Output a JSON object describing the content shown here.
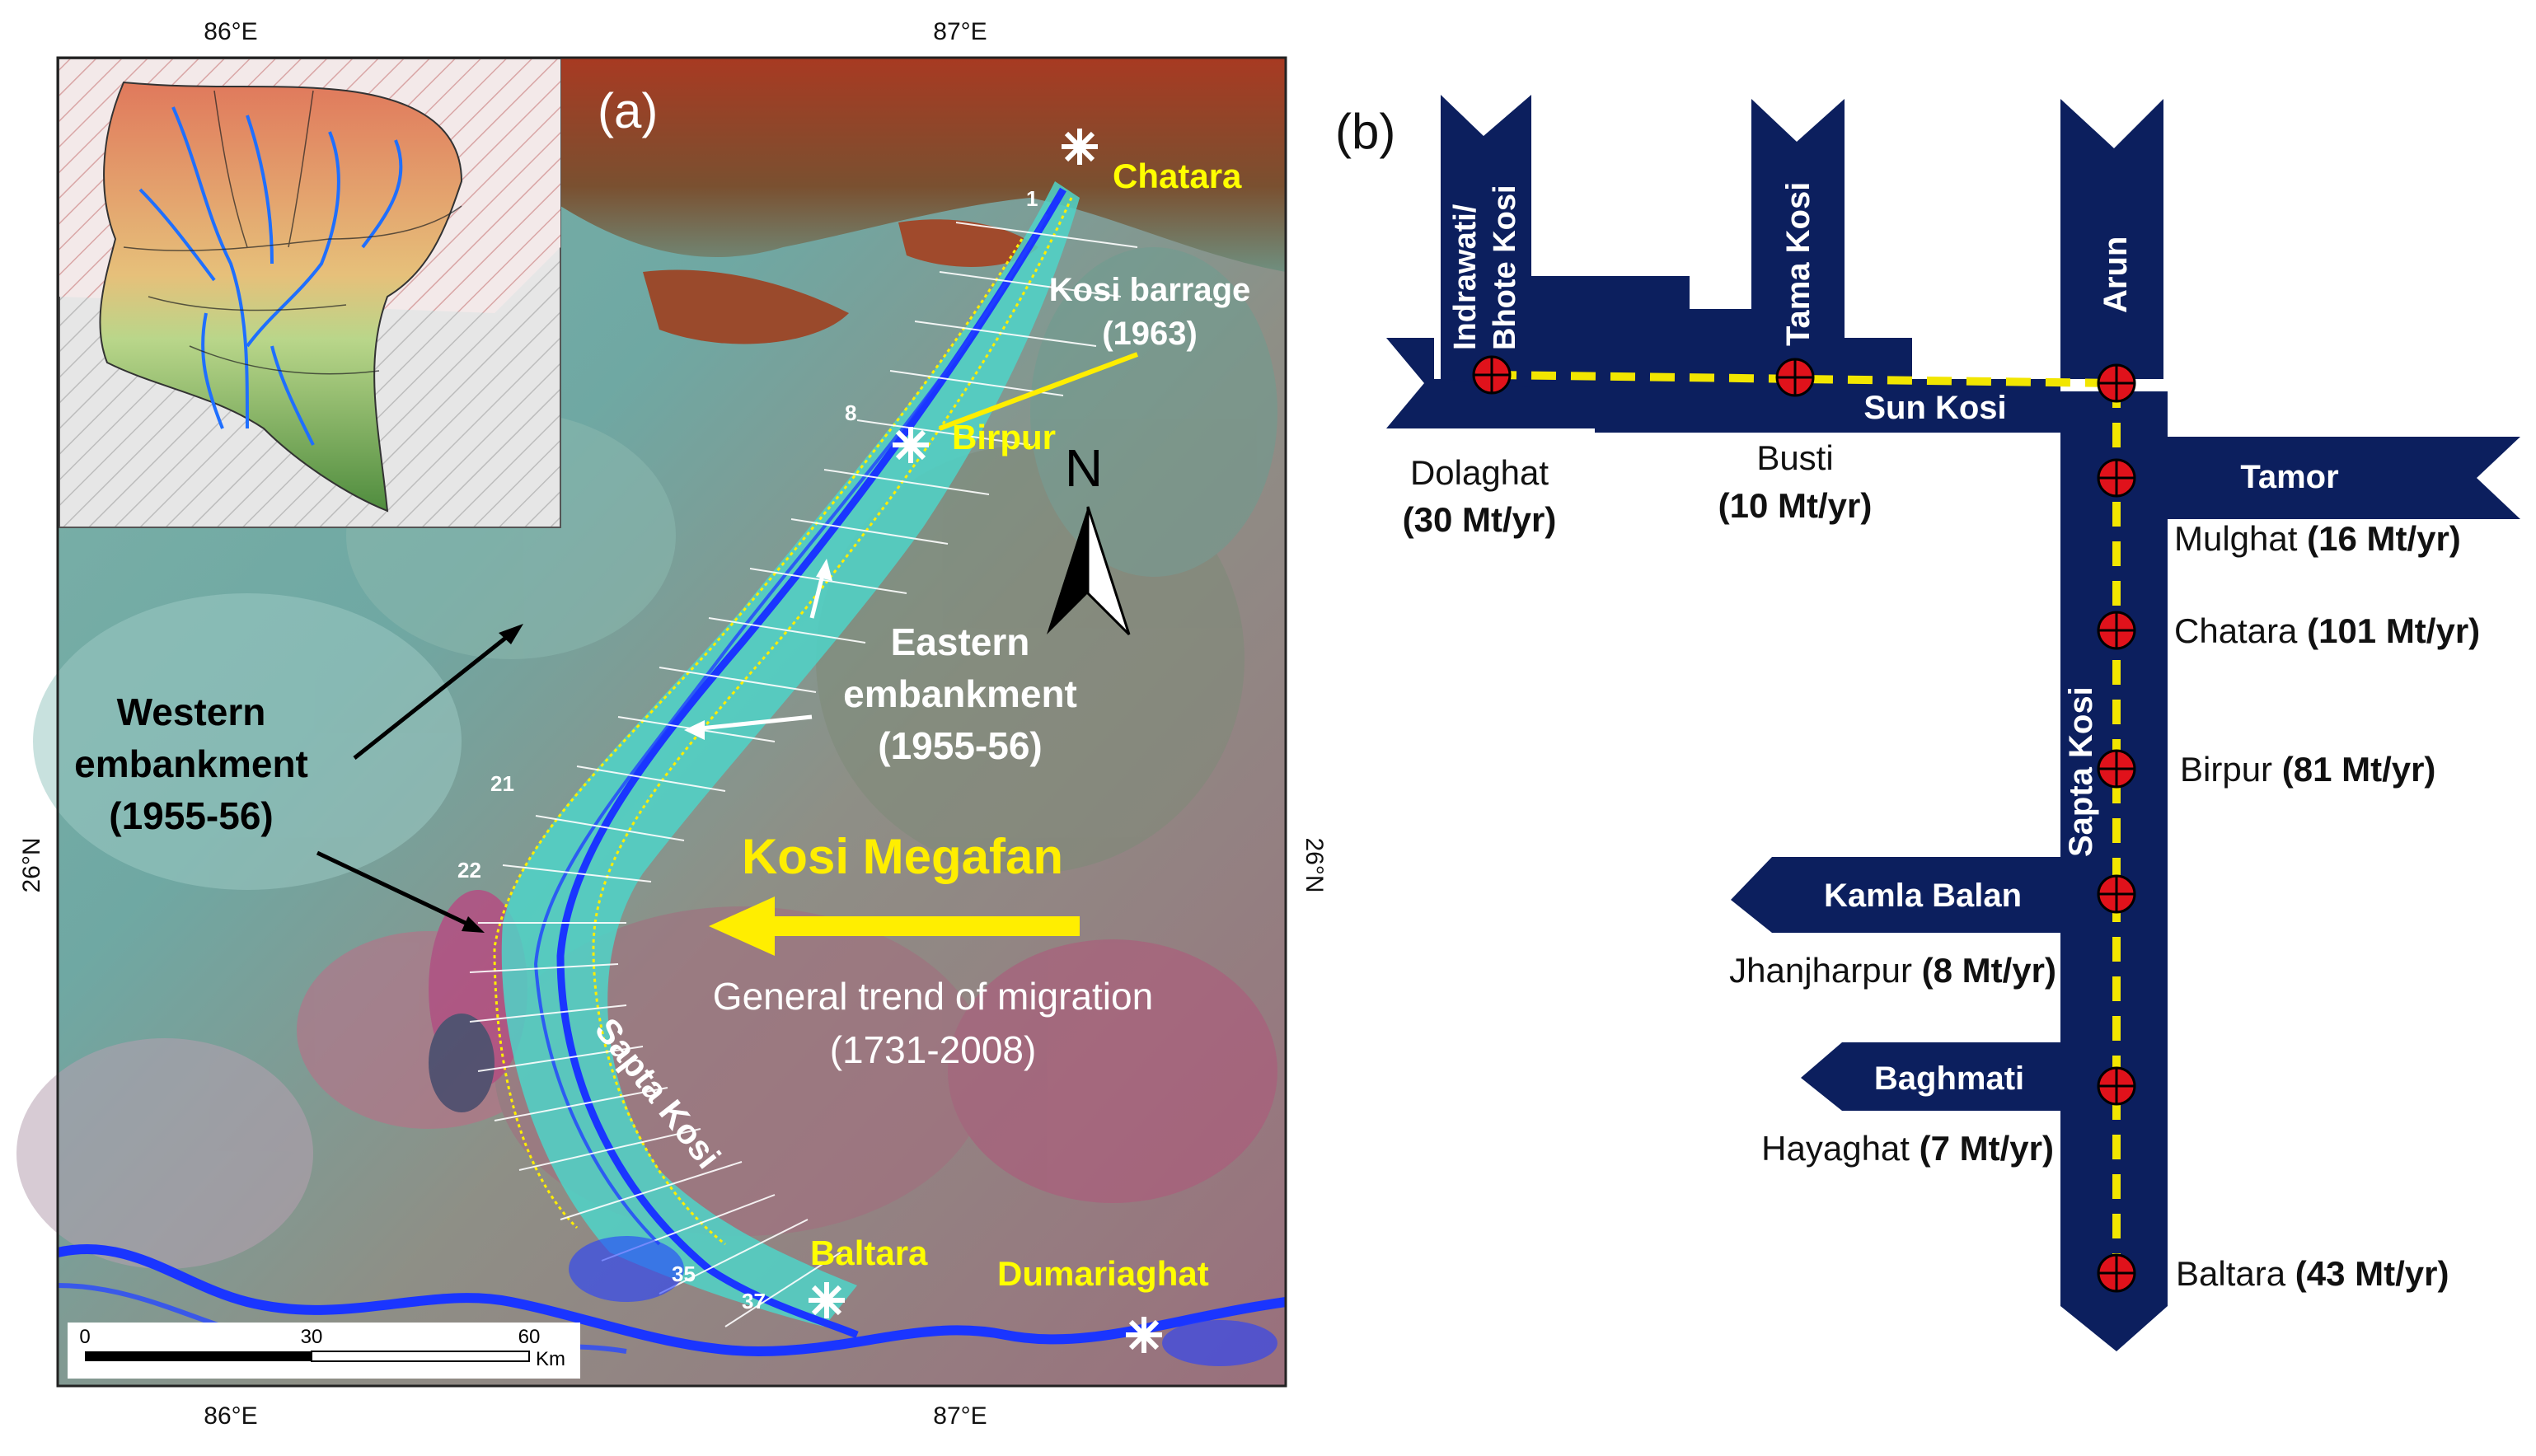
{
  "panel_a": {
    "label": "(a)",
    "graticule": {
      "top_labels": [
        "86°E",
        "87°E"
      ],
      "bottom_labels": [
        "86°E",
        "87°E"
      ],
      "left_label": "26°N",
      "right_label": "26°N"
    },
    "places": [
      {
        "id": "chatara",
        "name": "Chatara"
      },
      {
        "id": "birpur",
        "name": "Birpur"
      },
      {
        "id": "baltara",
        "name": "Baltara"
      },
      {
        "id": "dumariaghat",
        "name": "Dumariaghat"
      }
    ],
    "annotations": {
      "kosi_barrage": [
        "Kosi barrage",
        "(1963)"
      ],
      "eastern": [
        "Eastern",
        "embankment",
        "(1955-56)"
      ],
      "western": [
        "Western",
        "embankment",
        "(1955-56)"
      ],
      "megafan": "Kosi Megafan",
      "migration": [
        "General trend of migration",
        "(1731-2008)"
      ],
      "river": "Sapta Kosi",
      "north": "N"
    },
    "transect_labels": [
      "1",
      "8",
      "21",
      "22",
      "35",
      "37"
    ],
    "scale_bar": {
      "ticks": [
        "0",
        "30",
        "60"
      ],
      "unit": "Km"
    },
    "colors": {
      "place_label": "#ffff00",
      "megafan_arrow": "#ffee00",
      "river": "#1a35ff"
    }
  },
  "panel_b": {
    "label": "(b)",
    "rivers": {
      "indrawati": [
        "Indrawati/",
        "Bhote Kosi"
      ],
      "tama": "Tama Kosi",
      "arun": "Arun",
      "sun": "Sun Kosi",
      "tamor": "Tamor",
      "sapta": "Sapta Kosi",
      "kamla": "Kamla Balan",
      "baghmati": "Baghmati"
    },
    "stations": [
      {
        "name": "Dolaghat",
        "load": "(30 Mt/yr)"
      },
      {
        "name": "Busti",
        "load": "(10 Mt/yr)"
      },
      {
        "name": "Mulghat",
        "load": "(16 Mt/yr)"
      },
      {
        "name": "Chatara",
        "load": "(101 Mt/yr)"
      },
      {
        "name": "Birpur",
        "load": "(81 Mt/yr)"
      },
      {
        "name": "Jhanjharpur",
        "load": "(8 Mt/yr)"
      },
      {
        "name": "Hayaghat",
        "load": "(7 Mt/yr)"
      },
      {
        "name": "Baltara",
        "load": "(43 Mt/yr)"
      }
    ],
    "colors": {
      "river_fill": "#0c1f5e",
      "route_dash": "#f2e600",
      "station_fill": "#e0121b"
    }
  }
}
